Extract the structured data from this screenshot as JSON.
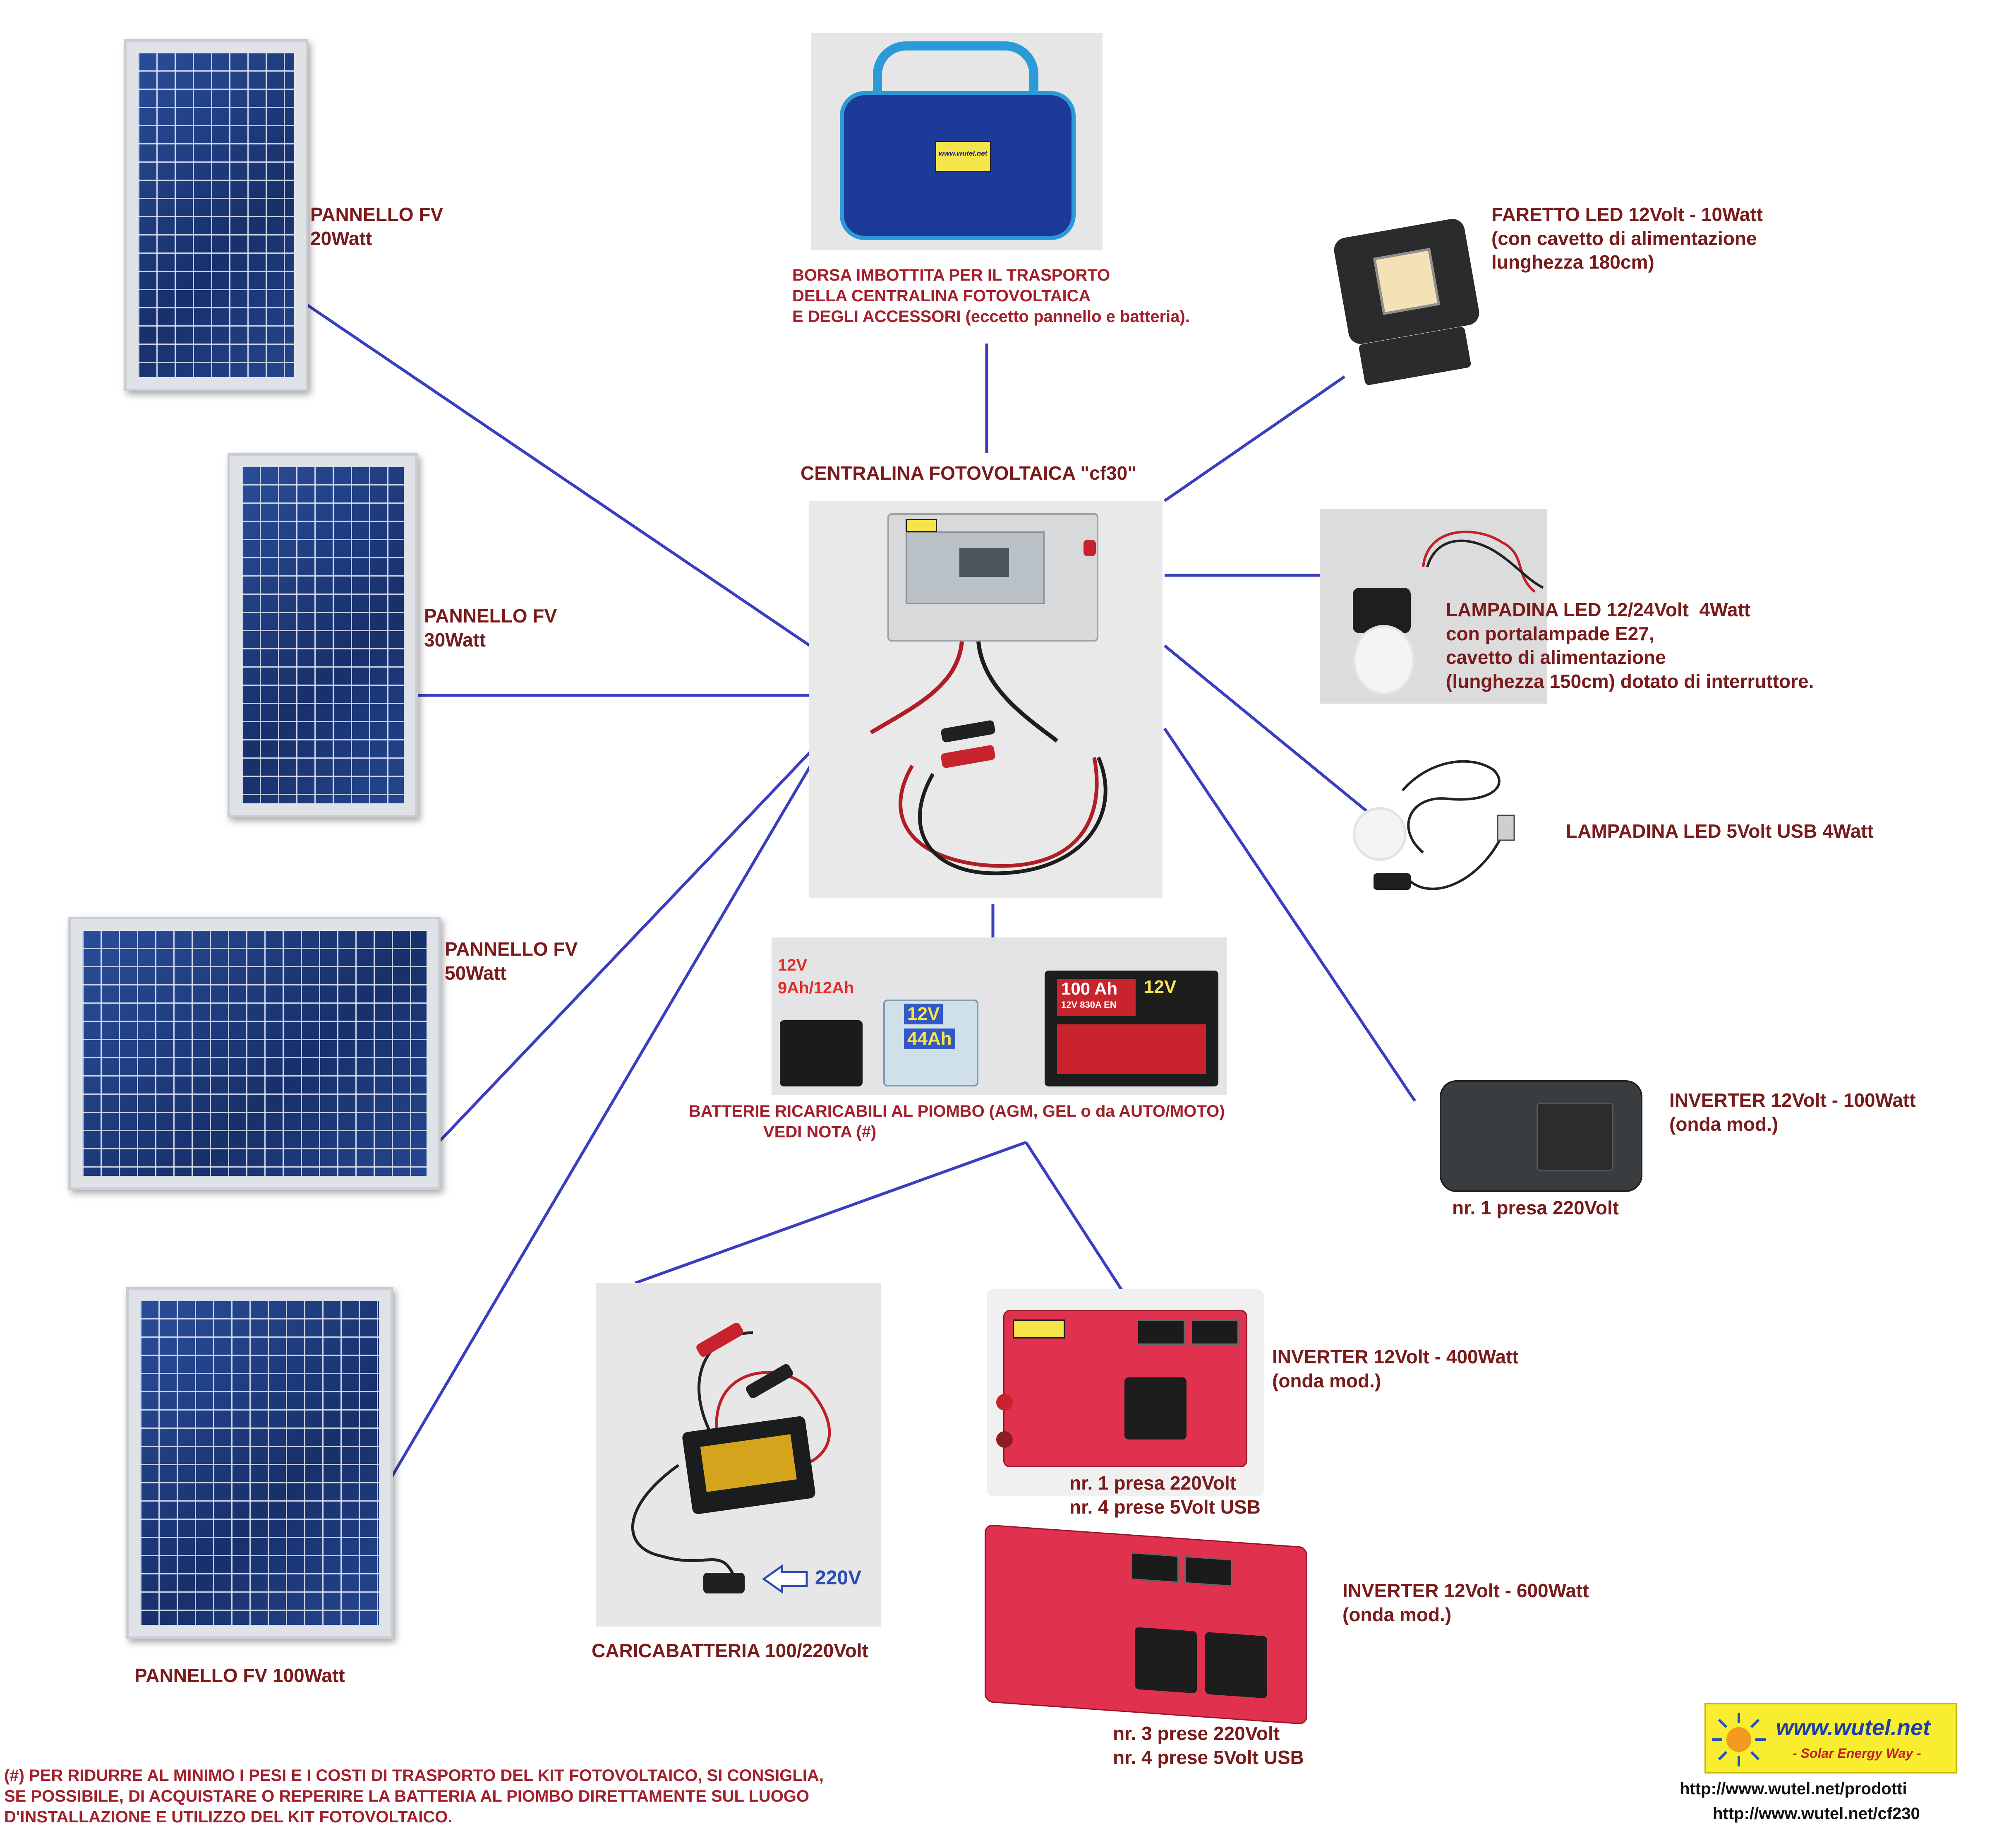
{
  "colors": {
    "line": "#3a3fc0",
    "label": "#7a1b1b",
    "accent_red": "#d8262f",
    "accent_yellow": "#f4e54a",
    "accent_blue": "#2b4bb5"
  },
  "center": {
    "title": "CENTRALINA FOTOVOLTAICA \"cf30\""
  },
  "bag": {
    "lines": [
      "BORSA IMBOTTITA PER IL TRASPORTO",
      "DELLA CENTRALINA FOTOVOLTAICA",
      "E DEGLI ACCESSORI (eccetto pannello e batteria)."
    ],
    "tag": "www.wutel.net"
  },
  "panels": [
    {
      "line1": "PANNELLO FV",
      "line2": "20Watt"
    },
    {
      "line1": "PANNELLO FV",
      "line2": "30Watt"
    },
    {
      "line1": "PANNELLO FV",
      "line2": "50Watt"
    },
    {
      "line1": "PANNELLO FV 100Watt"
    }
  ],
  "flood": {
    "lines": [
      "FARETTO LED 12Volt - 10Watt",
      "(con cavetto di alimentazione",
      "lunghezza 180cm)"
    ]
  },
  "bulb24": {
    "title": "LAMPADINA LED 12/24Volt",
    "watt": "4Watt",
    "lines": [
      "con portalampade E27,",
      "cavetto di alimentazione",
      "(lunghezza 150cm) dotato di interruttore."
    ]
  },
  "bulb5": {
    "title": "LAMPADINA LED 5Volt USB",
    "watt": "4Watt"
  },
  "batteries": {
    "small": {
      "v": "12V",
      "cap": "9Ah/12Ah"
    },
    "mid": {
      "v": "12V",
      "cap": "44Ah"
    },
    "car": {
      "label": "100 Ah",
      "sub": "12V 830A EN",
      "v": "12V"
    },
    "lines": [
      "BATTERIE RICARICABILI AL PIOMBO (AGM, GEL o da AUTO/MOTO)",
      "VEDI NOTA (#)"
    ]
  },
  "inv100": {
    "lines": [
      "INVERTER 12Volt - 100Watt",
      "(onda mod.)"
    ],
    "note": "nr. 1 presa 220Volt"
  },
  "inv400": {
    "lines": [
      "INVERTER 12Volt - 400Watt",
      "(onda mod.)"
    ],
    "notes": [
      "nr. 1 presa 220Volt",
      "nr. 4 prese 5Volt USB"
    ]
  },
  "inv600": {
    "lines": [
      "INVERTER 12Volt - 600Watt",
      "(onda mod.)"
    ],
    "notes": [
      "nr. 3 prese 220Volt",
      "nr. 4 prese 5Volt USB"
    ]
  },
  "charger": {
    "label": "CARICABATTERIA 100/220Volt",
    "input": "220V"
  },
  "footnote": [
    "(#) PER RIDURRE AL MINIMO I PESI E I COSTI DI TRASPORTO DEL KIT FOTOVOLTAICO, SI CONSIGLIA,",
    "SE POSSIBILE, DI ACQUISTARE O REPERIRE LA BATTERIA AL PIOMBO DIRETTAMENTE SUL LUOGO",
    "D'INSTALLAZIONE E UTILIZZO DEL KIT FOTOVOLTAICO."
  ],
  "logo": {
    "site": "www.wutel.net",
    "tagline": "- Solar Energy Way -"
  },
  "urls": [
    "http://www.wutel.net/prodotti",
    "http://www.wutel.net/cf230"
  ]
}
